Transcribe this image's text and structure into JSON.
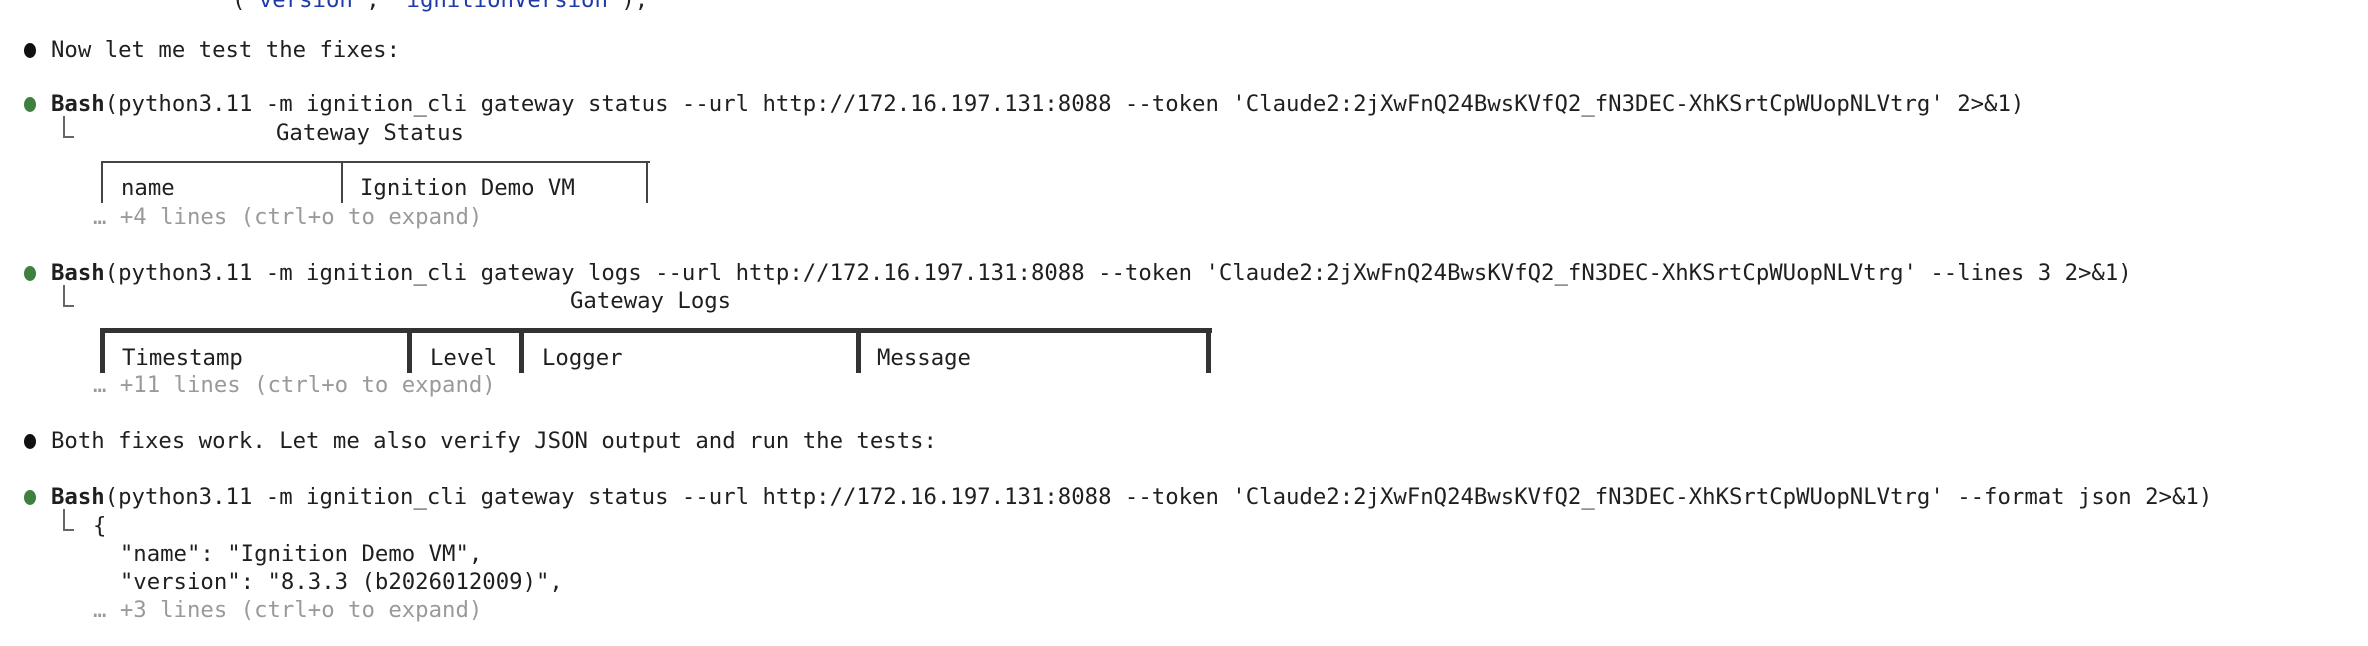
{
  "top_partial_line": {
    "code_prefix": "(\"",
    "key": "version",
    "sep": "\", \"",
    "value": "ignitionVersion",
    "suffix": "\"),"
  },
  "messages": [
    {
      "type": "text",
      "text": "Now let me test the fixes:"
    },
    {
      "type": "tool",
      "tool": "Bash",
      "command": "(python3.11 -m ignition_cli gateway status --url http://172.16.197.131:8088 --token 'Claude2:2jXwFnQ24BwsKVfQ2_fN3DEC-XhKSrtCpWUopNLVtrg' 2>&1)",
      "output_title": "Gateway Status",
      "table_cells": [
        "name",
        "Ignition Demo VM"
      ],
      "collapsed": "… +4 lines (ctrl+o to expand)"
    },
    {
      "type": "tool",
      "tool": "Bash",
      "command": "(python3.11 -m ignition_cli gateway logs --url http://172.16.197.131:8088 --token 'Claude2:2jXwFnQ24BwsKVfQ2_fN3DEC-XhKSrtCpWUopNLVtrg' --lines 3 2>&1)",
      "output_title": "Gateway Logs",
      "table_headers": [
        "Timestamp",
        "Level",
        "Logger",
        "Message"
      ],
      "collapsed": "… +11 lines (ctrl+o to expand)"
    },
    {
      "type": "text",
      "text": "Both fixes work. Let me also verify JSON output and run the tests:"
    },
    {
      "type": "tool",
      "tool": "Bash",
      "command": "(python3.11 -m ignition_cli gateway status --url http://172.16.197.131:8088 --token 'Claude2:2jXwFnQ24BwsKVfQ2_fN3DEC-XhKSrtCpWUopNLVtrg' --format json 2>&1)",
      "output_lines": [
        "{",
        "  \"name\": \"Ignition Demo VM\",",
        "  \"version\": \"8.3.3 (b2026012009)\","
      ],
      "collapsed": "… +3 lines (ctrl+o to expand)"
    }
  ],
  "colors": {
    "tool_bullet": "#3f7f3f",
    "text_bullet": "#111111",
    "dim_text": "#9a9a9a",
    "string_blue": "#1d3aa8"
  }
}
